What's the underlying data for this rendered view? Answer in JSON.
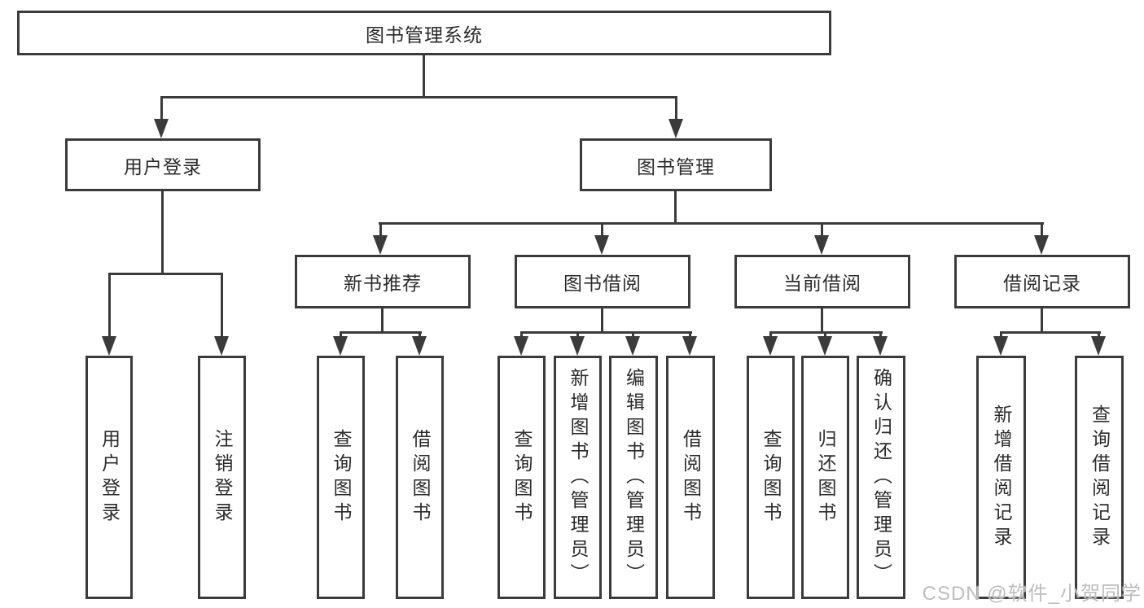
{
  "colors": {
    "line": "#3b3b3b",
    "text": "#2b2b2b",
    "background": "#ffffff",
    "watermark_text_color": "#bdbdbd"
  },
  "watermark": {
    "text": "CSDN @软件_小贺同学"
  },
  "tree": {
    "label": "图书管理系统",
    "children": [
      {
        "label": "用户登录",
        "children": [
          {
            "label": "用户登录"
          },
          {
            "label": "注销登录"
          }
        ]
      },
      {
        "label": "图书管理",
        "children": [
          {
            "label": "新书推荐",
            "children": [
              {
                "label": "查询图书"
              },
              {
                "label": "借阅图书"
              }
            ]
          },
          {
            "label": "图书借阅",
            "children": [
              {
                "label": "查询图书"
              },
              {
                "label": "新增图书（管理员）"
              },
              {
                "label": "编辑图书（管理员）"
              },
              {
                "label": "借阅图书"
              }
            ]
          },
          {
            "label": "当前借阅",
            "children": [
              {
                "label": "查询图书"
              },
              {
                "label": "归还图书"
              },
              {
                "label": "确认归还（管理员）"
              }
            ]
          },
          {
            "label": "借阅记录",
            "children": [
              {
                "label": "新增借阅记录"
              },
              {
                "label": "查询借阅记录"
              }
            ]
          }
        ]
      }
    ]
  }
}
